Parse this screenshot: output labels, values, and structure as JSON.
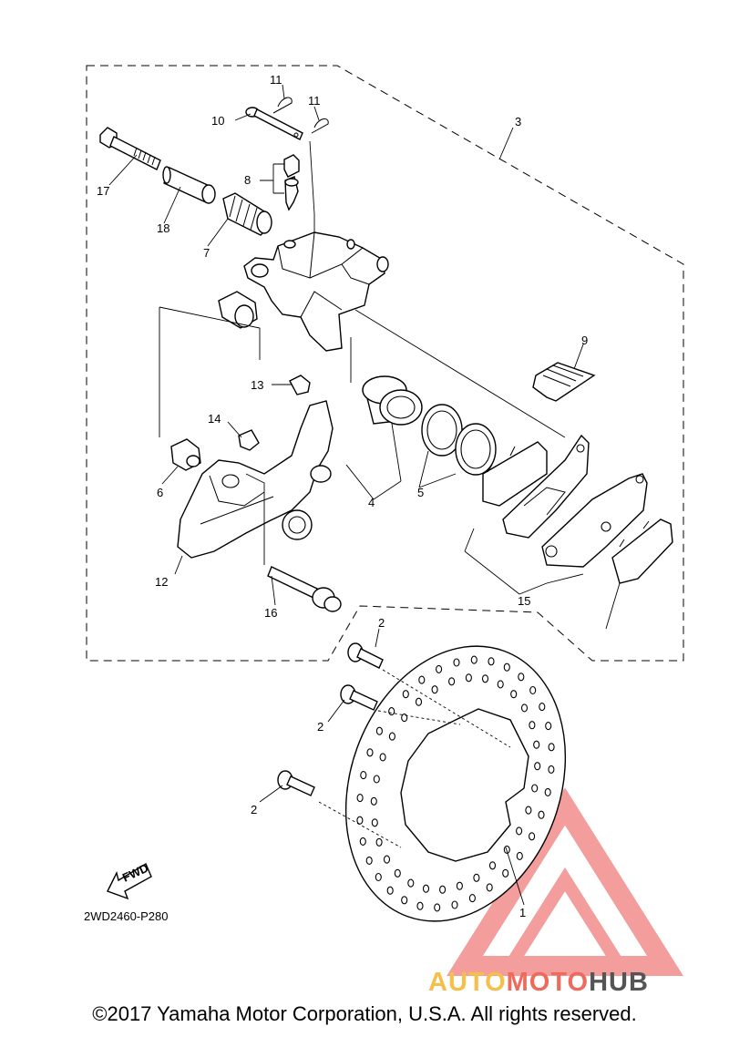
{
  "diagram": {
    "code": "2WD2460-P280",
    "fwd_label": "FWD",
    "callouts": [
      "1",
      "2",
      "2",
      "2",
      "3",
      "4",
      "5",
      "6",
      "7",
      "8",
      "9",
      "10",
      "11",
      "11",
      "12",
      "13",
      "14",
      "15",
      "16",
      "17",
      "18"
    ]
  },
  "footer": {
    "copyright": "©2017 Yamaha Motor Corporation, U.S.A. All rights reserved."
  },
  "watermark": {
    "part1": "AUTO",
    "part2": "MOTO",
    "part3": "HUB",
    "color_primary": "#f6bf4a",
    "color_secondary": "#ef6a5a",
    "color_dark": "#555555",
    "logo_color": "#f28c8c"
  }
}
